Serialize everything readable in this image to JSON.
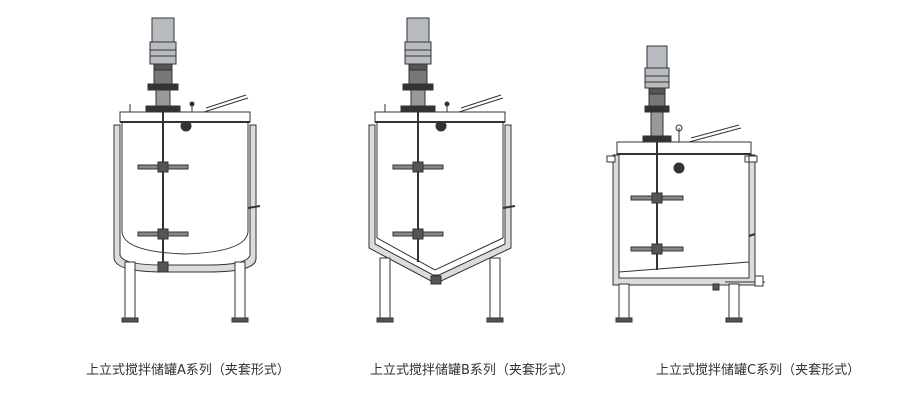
{
  "figures": [
    {
      "caption": "上立式搅拌储罐A系列（夹套形式）",
      "bottom_style": "dished"
    },
    {
      "caption": "上立式搅拌储罐B系列（夹套形式）",
      "bottom_style": "conical"
    },
    {
      "caption": "上立式搅拌储罐C系列（夹套形式）",
      "bottom_style": "inclined-flat"
    }
  ],
  "colors": {
    "line": "#333333",
    "motor": "#b8bcc0",
    "insulation": "#dcdcdc"
  }
}
